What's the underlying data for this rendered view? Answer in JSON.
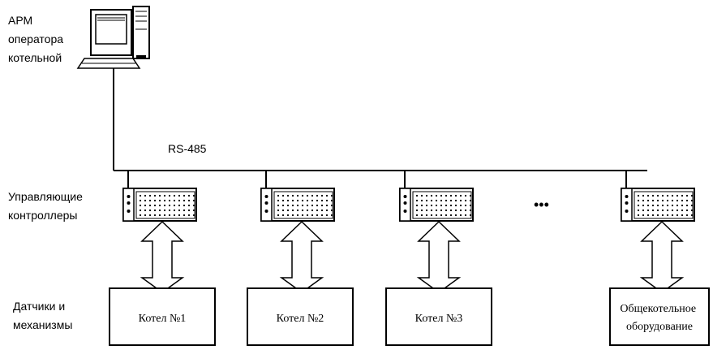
{
  "labels": {
    "workstation": [
      "АРМ",
      "оператора",
      "котельной"
    ],
    "bus": "RS-485",
    "controllers": [
      "Управляющие",
      "контроллеры"
    ],
    "sensors": [
      "Датчики и",
      "механизмы"
    ],
    "ellipsis": "•••"
  },
  "boilers": [
    {
      "name": "Котел №1"
    },
    {
      "name": "Котел №2"
    },
    {
      "name": "Котел №3"
    },
    {
      "name": [
        "Общекотельное",
        "оборудование"
      ]
    }
  ],
  "icons": {
    "computer": "computer-icon",
    "controller": "controller-icon",
    "link": "double-arrow-icon"
  }
}
